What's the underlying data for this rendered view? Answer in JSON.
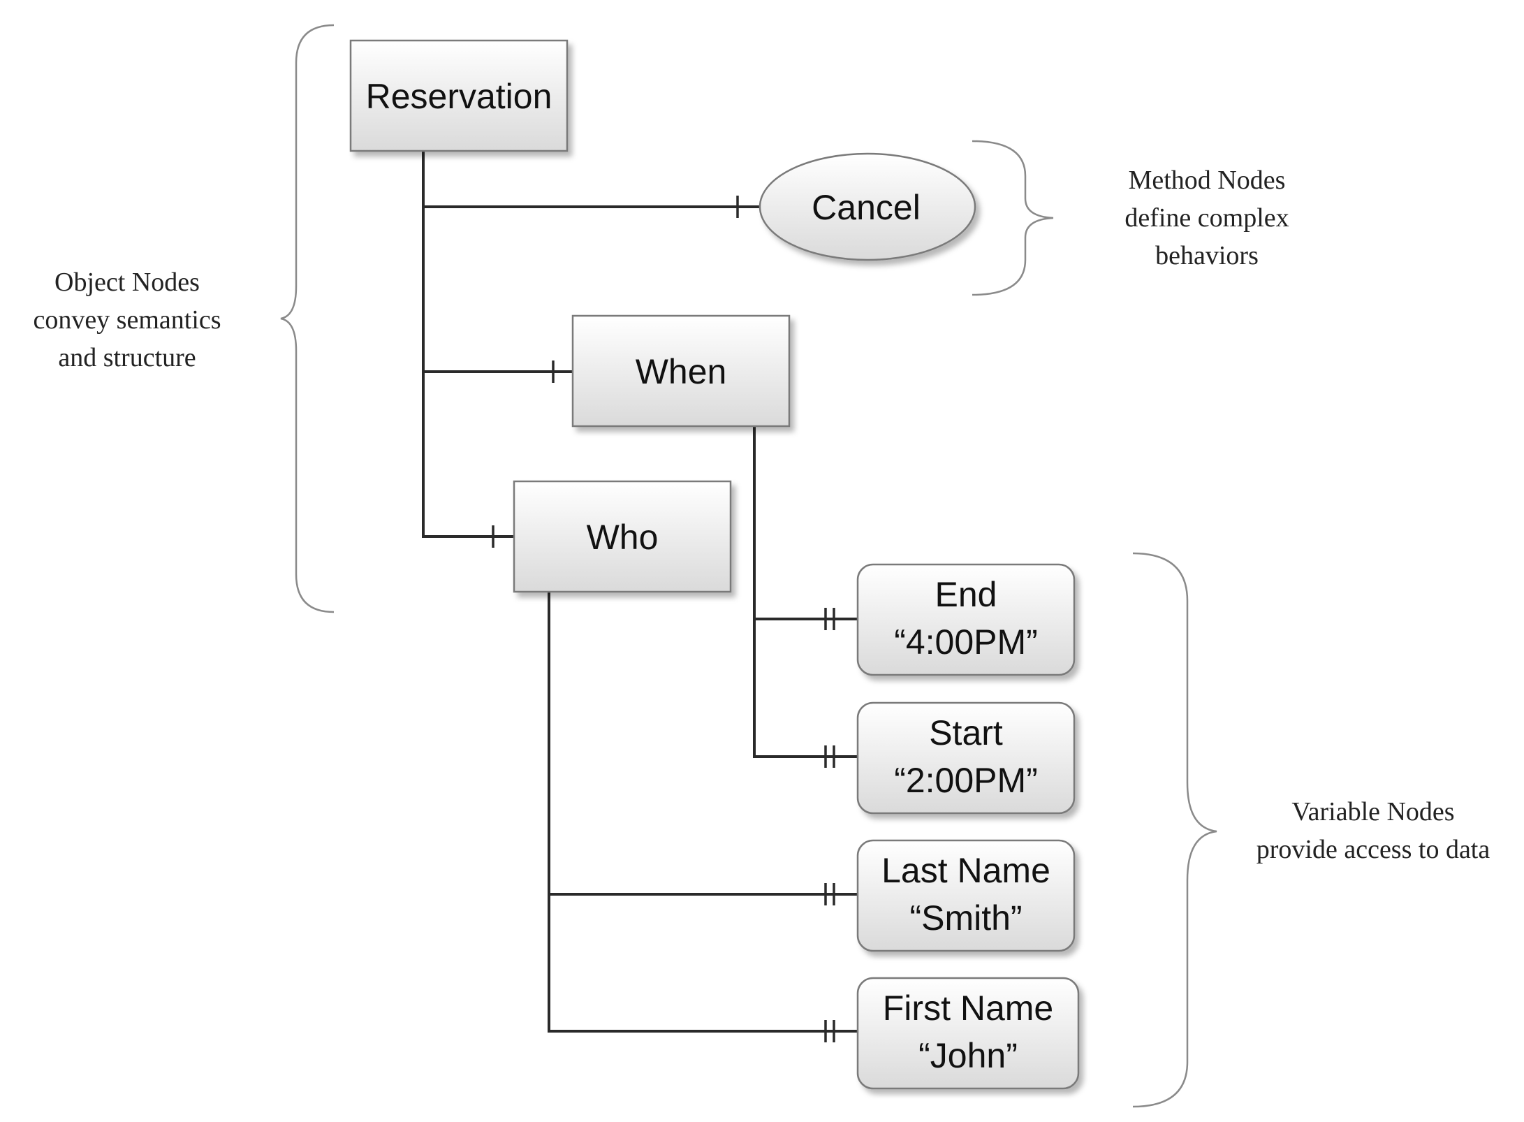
{
  "nodes": {
    "reservation": {
      "label": "Reservation",
      "kind": "object"
    },
    "cancel": {
      "label": "Cancel",
      "kind": "method"
    },
    "when": {
      "label": "When",
      "kind": "object"
    },
    "who": {
      "label": "Who",
      "kind": "object"
    },
    "end": {
      "label": "End",
      "value": "“4:00PM”",
      "kind": "variable"
    },
    "start": {
      "label": "Start",
      "value": "“2:00PM”",
      "kind": "variable"
    },
    "last_name": {
      "label": "Last Name",
      "value": "“Smith”",
      "kind": "variable"
    },
    "first_name": {
      "label": "First Name",
      "value": "“John”",
      "kind": "variable"
    }
  },
  "annotations": {
    "object_nodes": [
      "Object Nodes",
      "convey semantics",
      "and structure"
    ],
    "method_nodes": [
      "Method Nodes",
      "define complex",
      "behaviors"
    ],
    "variable_nodes": [
      "Variable Nodes",
      "provide access to data"
    ]
  },
  "edges": [
    {
      "from": "reservation",
      "to": "cancel",
      "marker": "one"
    },
    {
      "from": "reservation",
      "to": "when",
      "marker": "one"
    },
    {
      "from": "reservation",
      "to": "who",
      "marker": "one"
    },
    {
      "from": "when",
      "to": "end",
      "marker": "one-and-only-one"
    },
    {
      "from": "when",
      "to": "start",
      "marker": "one-and-only-one"
    },
    {
      "from": "who",
      "to": "last_name",
      "marker": "one-and-only-one"
    },
    {
      "from": "who",
      "to": "first_name",
      "marker": "one-and-only-one"
    }
  ],
  "colors": {
    "node_fill_top": "#ffffff",
    "node_fill_bottom": "#dcdcdc",
    "node_stroke": "#7a7a7a",
    "connector": "#2a2a2a",
    "brace": "#8a8a8a",
    "text": "#111111"
  }
}
